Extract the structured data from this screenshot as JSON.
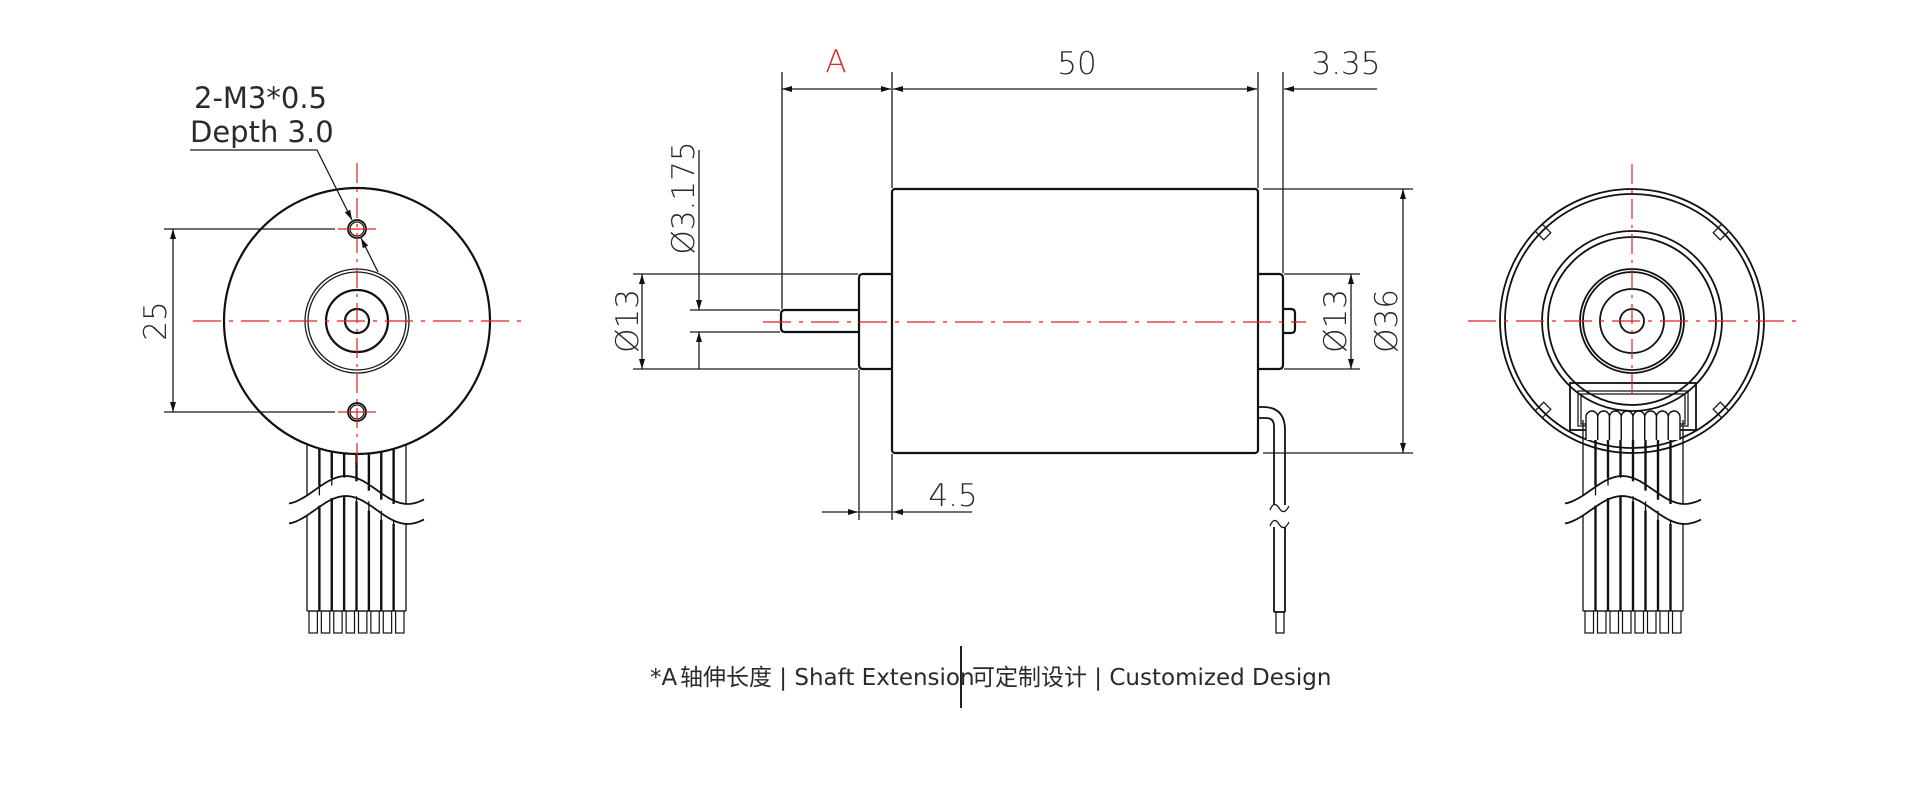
{
  "drawing": {
    "left_view": {
      "hole_note_line1": "2-M3*0.5",
      "hole_note_line2": "Depth 3.0",
      "hole_spacing": "25",
      "wire_count": 8
    },
    "side_view": {
      "shaft_extension": "A",
      "body_length": "50",
      "rear_shaft": "3.35",
      "front_flange_dia": "Ø13",
      "shaft_dia": "Ø3.175",
      "rear_flange_dia": "Ø13",
      "body_dia": "Ø36",
      "flange_length": "4.5"
    },
    "right_view": {
      "wire_count": 8
    }
  },
  "caption": {
    "marker": "*A",
    "part1": "轴伸长度 | Shaft Extension",
    "part2": "可定制设计 | Customized Design"
  },
  "colors": {
    "line": "#111111",
    "centerline": "#e02020",
    "highlight": "#d42a2a"
  }
}
